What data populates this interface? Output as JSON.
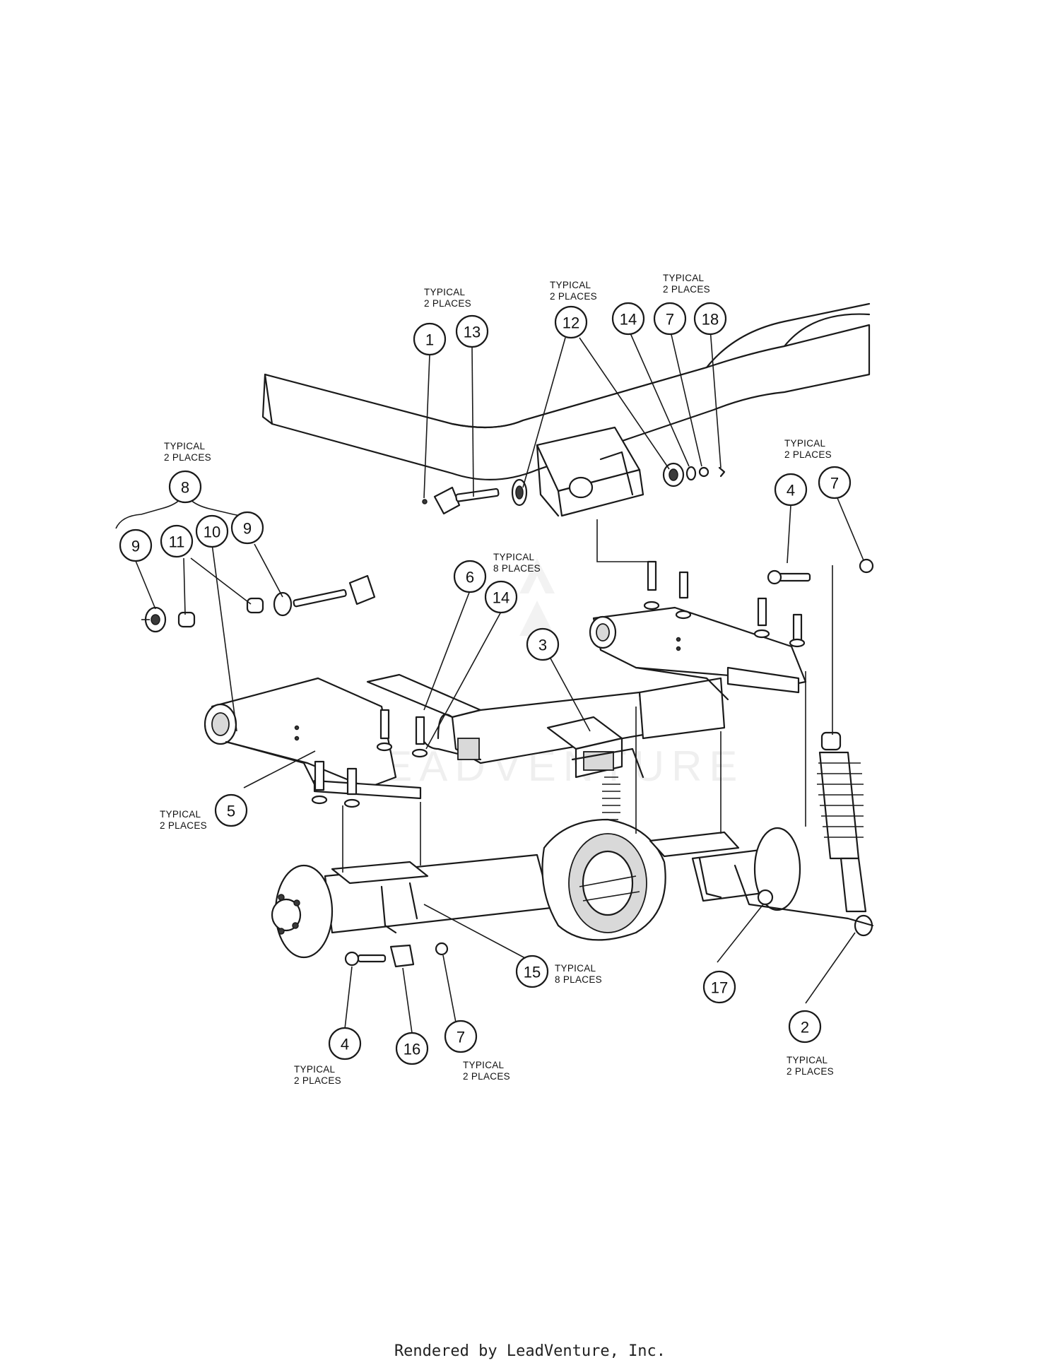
{
  "callouts": [
    {
      "id": "c1",
      "label": "1"
    },
    {
      "id": "c13",
      "label": "13"
    },
    {
      "id": "c12",
      "label": "12"
    },
    {
      "id": "c14a",
      "label": "14"
    },
    {
      "id": "c7a",
      "label": "7"
    },
    {
      "id": "c18",
      "label": "18"
    },
    {
      "id": "c8",
      "label": "8"
    },
    {
      "id": "c9a",
      "label": "9"
    },
    {
      "id": "c11",
      "label": "11"
    },
    {
      "id": "c10",
      "label": "10"
    },
    {
      "id": "c9b",
      "label": "9"
    },
    {
      "id": "c6",
      "label": "6"
    },
    {
      "id": "c14b",
      "label": "14"
    },
    {
      "id": "c3",
      "label": "3"
    },
    {
      "id": "c4a",
      "label": "4"
    },
    {
      "id": "c7b",
      "label": "7"
    },
    {
      "id": "c5",
      "label": "5"
    },
    {
      "id": "c15",
      "label": "15"
    },
    {
      "id": "c17",
      "label": "17"
    },
    {
      "id": "c2",
      "label": "2"
    },
    {
      "id": "c4b",
      "label": "4"
    },
    {
      "id": "c16",
      "label": "16"
    },
    {
      "id": "c7c",
      "label": "7"
    }
  ],
  "notes": {
    "n1": {
      "line1": "TYPICAL",
      "line2": "2 PLACES"
    },
    "n2": {
      "line1": "TYPICAL",
      "line2": "2 PLACES"
    },
    "n3": {
      "line1": "TYPICAL",
      "line2": "2 PLACES"
    },
    "n4": {
      "line1": "TYPICAL",
      "line2": "2 PLACES"
    },
    "n5": {
      "line1": "TYPICAL",
      "line2": "2 PLACES"
    },
    "n6": {
      "line1": "TYPICAL",
      "line2": "8 PLACES"
    },
    "n7": {
      "line1": "TYPICAL",
      "line2": "2 PLACES"
    },
    "n8": {
      "line1": "TYPICAL",
      "line2": "8 PLACES"
    },
    "n9": {
      "line1": "TYPICAL",
      "line2": "2 PLACES"
    },
    "n10": {
      "line1": "TYPICAL",
      "line2": "2 PLACES"
    },
    "n11": {
      "line1": "TYPICAL",
      "line2": "2 PLACES"
    }
  },
  "watermark": "LEADVENTURE",
  "footer": "Rendered by LeadVenture, Inc."
}
